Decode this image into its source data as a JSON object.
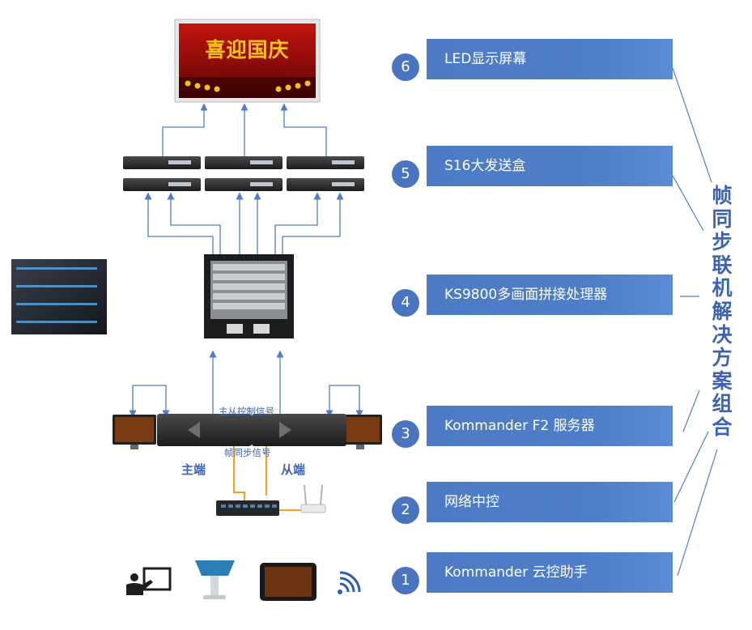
{
  "title": "帧同步联机解决方案组合",
  "layers": [
    {
      "num": "6",
      "label": "LED显示屏幕"
    },
    {
      "num": "5",
      "label": "S16大发送盒"
    },
    {
      "num": "4",
      "label": "KS9800多画面拼接处理器"
    },
    {
      "num": "3",
      "label": "Kommander F2 服务器"
    },
    {
      "num": "2",
      "label": "网络中控"
    },
    {
      "num": "1",
      "label": "Kommander 云控助手"
    }
  ],
  "screen_text": "喜迎国庆",
  "signal_labels": {
    "control": "主从控制信号",
    "sync": "帧同步信号"
  },
  "ends": {
    "master": "主端",
    "slave": "从端"
  },
  "colors": {
    "accent": "#4a74be",
    "line": "#4f7ec7",
    "orange": "#f4a21c",
    "title": "#3d63b5"
  },
  "icons": [
    "touch-whiteboard-icon",
    "kiosk-icon",
    "tablet-icon",
    "wifi-icon",
    "router-icon",
    "switch-icon",
    "monitor-icon",
    "rack-server-icon"
  ]
}
